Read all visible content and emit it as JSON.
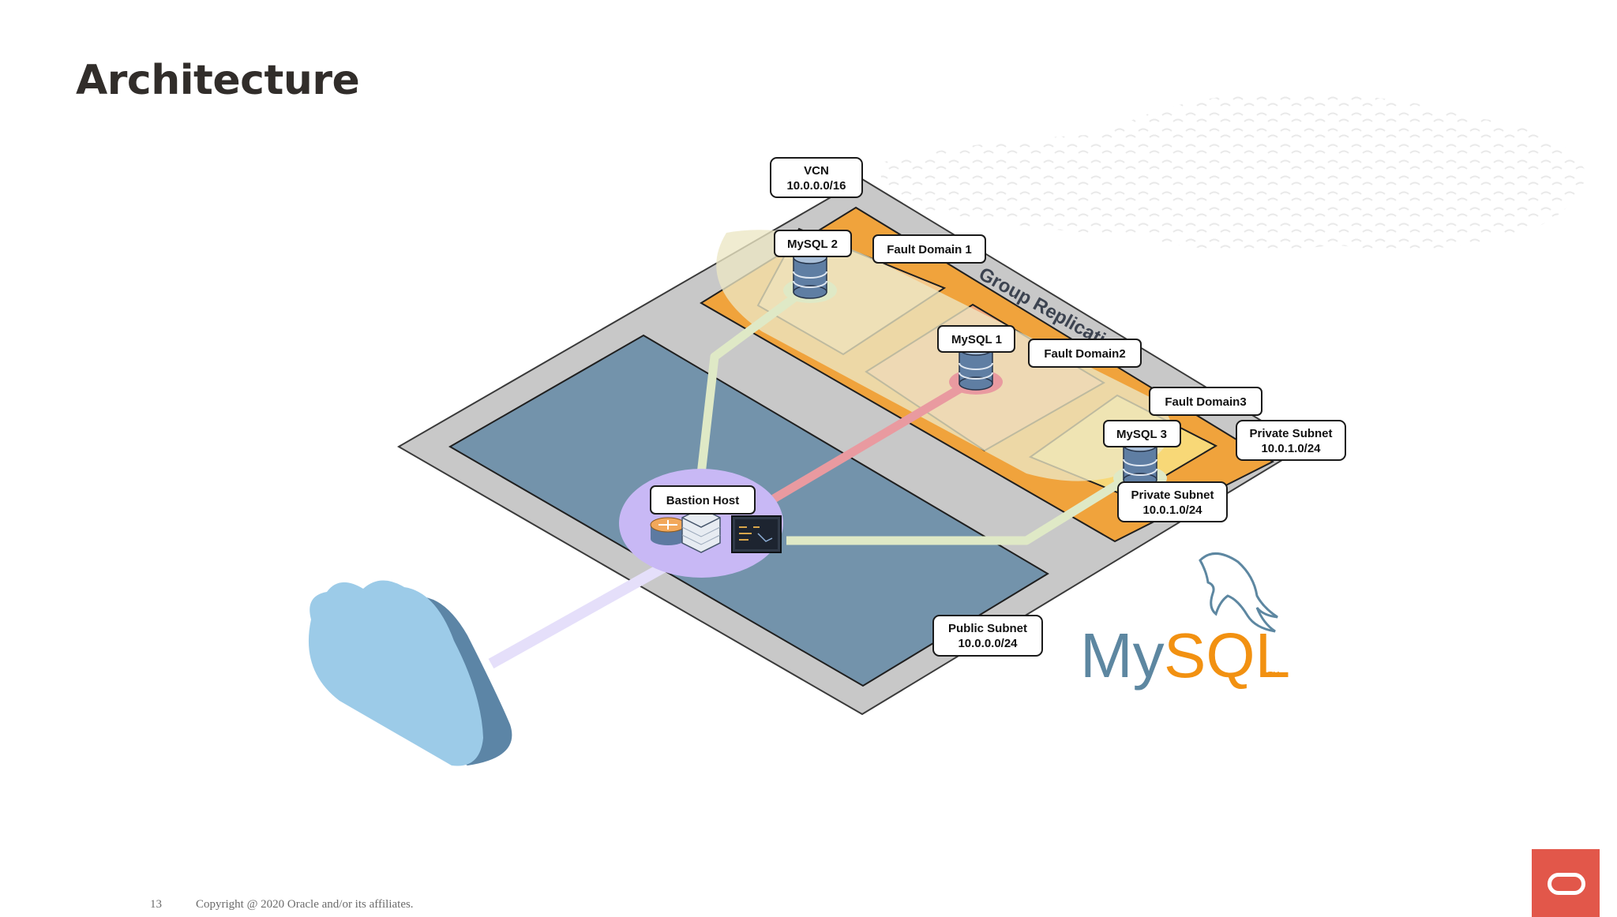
{
  "title": "Architecture",
  "labels": {
    "vcn": [
      "VCN",
      "10.0.0.0/16"
    ],
    "mysql2": [
      "MySQL 2"
    ],
    "fault_domain_1": [
      "Fault Domain 1"
    ],
    "mysql1": [
      "MySQL 1"
    ],
    "fault_domain_2": [
      "Fault Domain2"
    ],
    "fault_domain_3": [
      "Fault Domain3"
    ],
    "mysql3": [
      "MySQL 3"
    ],
    "private_subnet_a": [
      "Private Subnet",
      "10.0.1.0/24"
    ],
    "private_subnet_b": [
      "Private Subnet",
      "10.0.1.0/24"
    ],
    "bastion_host": [
      "Bastion Host"
    ],
    "public_subnet": [
      "Public Subnet",
      "10.0.0.0/24"
    ]
  },
  "group_replication": "Group Replication",
  "mysql_logo": {
    "my": "My",
    "sql": "SQL",
    "tm": "TM"
  },
  "footer": {
    "page_number": "13",
    "copyright": "Copyright @ 2020 Oracle and/or its affiliates."
  },
  "colors": {
    "vcn_platform": "#c8c8c8",
    "public_subnet": "#7393ab",
    "private_subnet": "#f0a33c",
    "fault_domain_1": "#f6c889",
    "fault_domain_2": "#f3a87a",
    "fault_domain_3": "#f8d877",
    "replication_band": "#e8e1b4",
    "bastion": "#c8b8f5",
    "cloud": "#9ccbe8",
    "oracle_red": "#e2574a",
    "mysql_blue": "#5d87a1",
    "mysql_orange": "#f29111"
  }
}
